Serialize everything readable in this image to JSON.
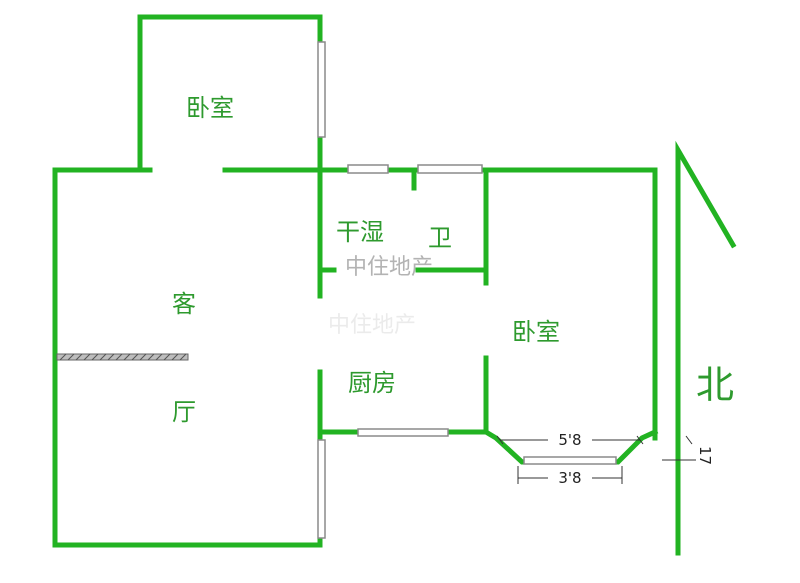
{
  "rooms": {
    "bedroom_top": "卧室",
    "bedroom_right": "卧室",
    "living_char1": "客",
    "living_char2": "厅",
    "dry_wet": "干湿",
    "bathroom": "卫",
    "kitchen": "厨房"
  },
  "dimensions": {
    "outer_bay": "5'8",
    "inner_bay": "3'8",
    "small_mark": "17"
  },
  "compass": {
    "north": "北"
  },
  "watermark": {
    "text": "中住地产"
  },
  "colors": {
    "wall": "#22b322",
    "label": "#2e9a2e",
    "window": "#8a8a8a"
  }
}
